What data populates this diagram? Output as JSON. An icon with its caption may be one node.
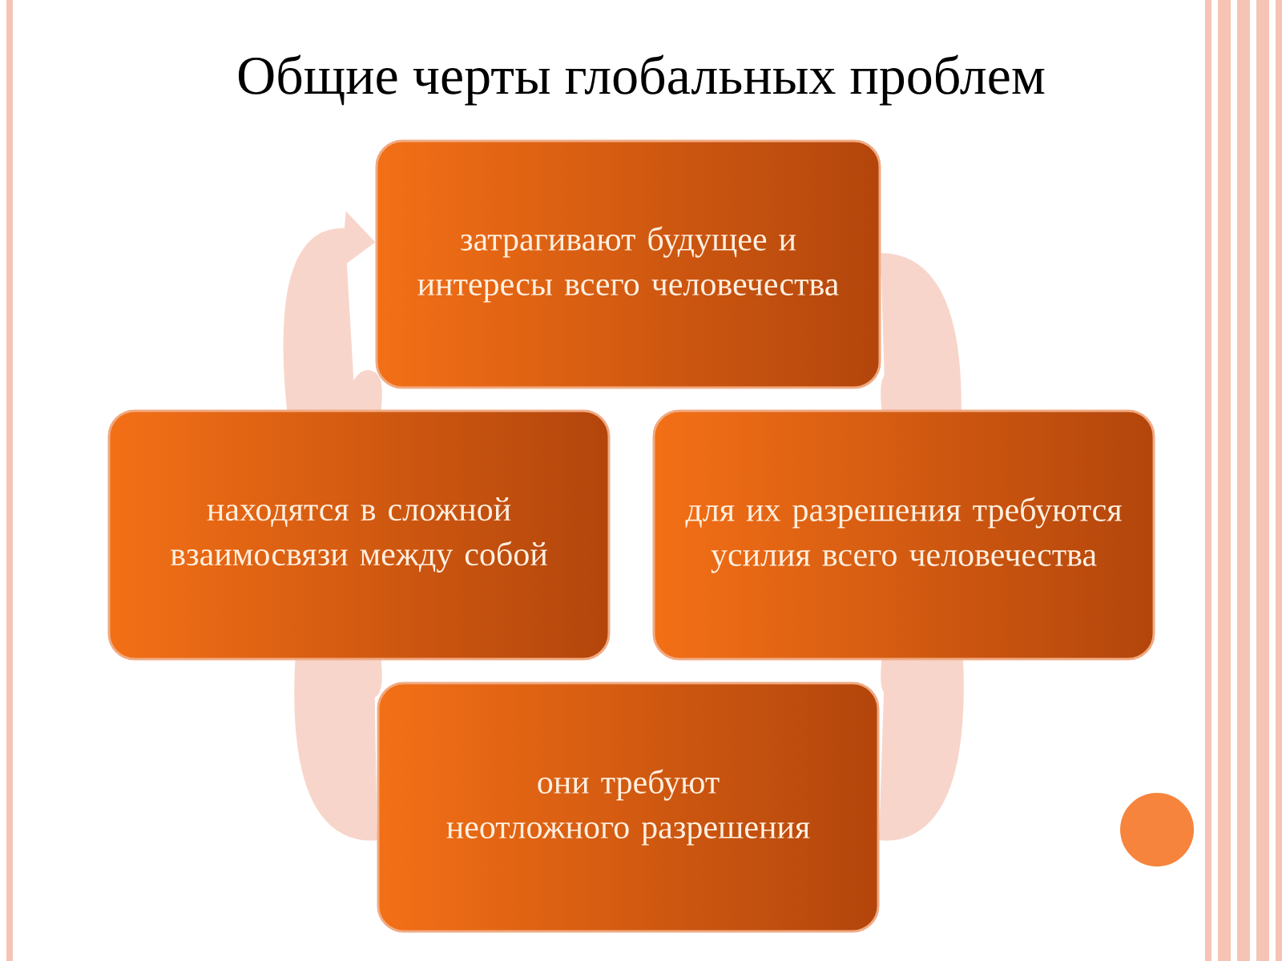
{
  "diagram": {
    "title": "Общие черты глобальных проблем",
    "nodes": [
      {
        "text": [
          "затрагивают будущее и интересы всего человечества"
        ]
      },
      {
        "text": [
          "находятся в сложной взаимосвязи между собой"
        ]
      },
      {
        "text": [
          "для их разрешения требуются усилия всего человечества"
        ]
      },
      {
        "text": [
          "они требуют неотложного разрешения"
        ]
      }
    ],
    "edges": [
      {
        "from": 0,
        "to": 2,
        "arrow": "none"
      },
      {
        "from": 2,
        "to": 3,
        "arrow": "none"
      },
      {
        "from": 3,
        "to": 1,
        "arrow": "none"
      },
      {
        "from": 1,
        "to": 0,
        "arrow": "to"
      }
    ]
  }
}
